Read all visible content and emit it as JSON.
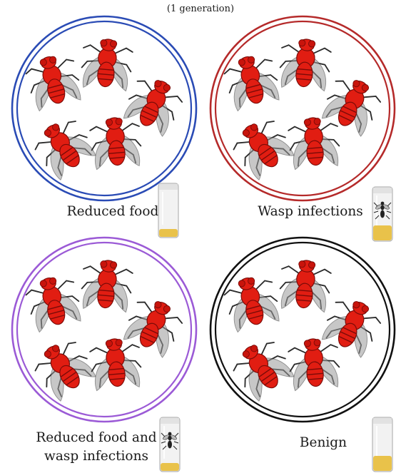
{
  "header": {
    "text": "(1 generation)"
  },
  "panels": [
    {
      "id": "reduced-food",
      "label_lines": [
        "Reduced food"
      ],
      "ring_color": "#2a4bb5",
      "vial": {
        "food_level": "low",
        "wasp_icon": false
      }
    },
    {
      "id": "wasp-infections",
      "label_lines": [
        "Wasp infections"
      ],
      "ring_color": "#b52a2a",
      "vial": {
        "food_level": "normal",
        "wasp_icon": true
      }
    },
    {
      "id": "reduced-food-and-wasp-infections",
      "label_lines": [
        "Reduced food and",
        "wasp infections"
      ],
      "ring_color": "#9b5ad6",
      "vial": {
        "food_level": "low",
        "wasp_icon": true
      }
    },
    {
      "id": "benign",
      "label_lines": [
        "Benign"
      ],
      "ring_color": "#111111",
      "vial": {
        "food_level": "normal",
        "wasp_icon": false
      }
    }
  ],
  "colors": {
    "fly_body": "#e11d12",
    "fly_dark": "#7a0b08",
    "fly_legs": "#2b2b2b",
    "food": "#e9c24a",
    "vial_glass": "#f2f2f2"
  },
  "fly_icon": "fruit-fly-icon",
  "wasp_icon": "wasp-icon"
}
